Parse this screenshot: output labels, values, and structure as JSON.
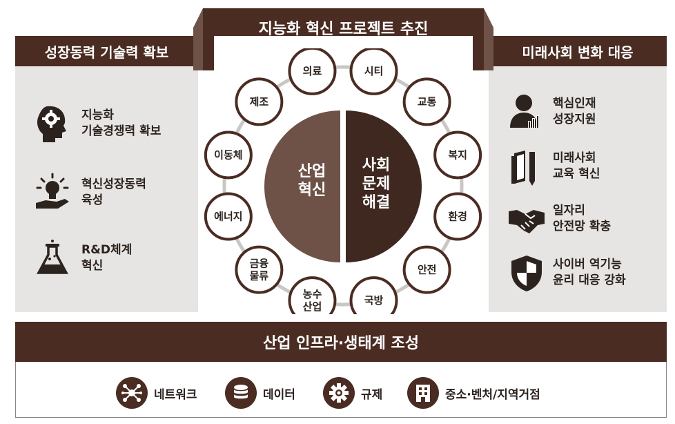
{
  "center": {
    "title": "지능화 혁신 프로젝트 추진",
    "left_half": "산업\n혁신",
    "right_half": "사회\n문제\n해결",
    "nodes": [
      "의료",
      "시티",
      "교통",
      "복지",
      "환경",
      "안전",
      "국방",
      "농수\n산업",
      "금융\n물류",
      "에너지",
      "이동체",
      "제조"
    ]
  },
  "left": {
    "title": "성장동력 기술력 확보",
    "items": [
      {
        "label": "지능화\n기술경쟁력 확보",
        "icon": "head-gear-icon"
      },
      {
        "label": "혁신성장동력\n육성",
        "icon": "lightbulb-hand-icon"
      },
      {
        "label": "R&D체계\n혁신",
        "icon": "flask-icon"
      }
    ]
  },
  "right": {
    "title": "미래사회 변화 대응",
    "items": [
      {
        "label": "핵심인재\n성장지원",
        "icon": "person-chart-icon"
      },
      {
        "label": "미래사회\n교육 혁신",
        "icon": "book-pen-icon"
      },
      {
        "label": "일자리\n안전망 확충",
        "icon": "handshake-icon"
      },
      {
        "label": "사이버 역기능\n윤리 대응 강화",
        "icon": "shield-icon"
      }
    ]
  },
  "bottom": {
    "title": "산업 인프라·생태계 조성",
    "items": [
      {
        "label": "네트워크",
        "icon": "network-icon"
      },
      {
        "label": "데이터",
        "icon": "database-icon"
      },
      {
        "label": "규제",
        "icon": "gear-icon"
      },
      {
        "label": "중소·벤처/지역거점",
        "icon": "building-icon"
      }
    ]
  },
  "colors": {
    "dark": "#4a2c22",
    "mid": "#6e5248",
    "panel": "#e7e5e3",
    "ring": "#c9c7c5"
  }
}
